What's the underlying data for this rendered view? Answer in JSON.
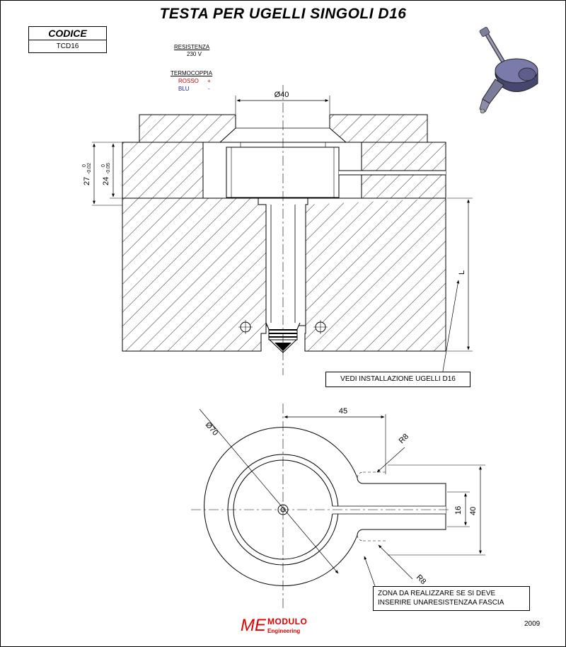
{
  "title": "TESTA PER UGELLI SINGOLI D16",
  "code_box": {
    "header": "CODICE",
    "value": "TCD16"
  },
  "resistance": {
    "label": "RESISTENZA",
    "value": "230 V"
  },
  "thermocouple": {
    "label": "TERMOCOPPIA",
    "rows": [
      {
        "name": "ROSSO",
        "sign": "+",
        "color": "#cc0000"
      },
      {
        "name": "BLU",
        "sign": "-",
        "color": "#1a2a9a"
      }
    ]
  },
  "dimensions": {
    "dia40": "Ø40",
    "h27": "27",
    "h27_tol_upper": "0",
    "h27_tol_lower": "-0.02",
    "h24": "24",
    "h24_tol_upper": "0",
    "h24_tol_lower": "-0.05",
    "length": "L",
    "dia70": "Ø70",
    "w45": "45",
    "r8_top": "R8",
    "r8_bottom": "R8",
    "w16": "16",
    "w40": "40"
  },
  "notes": {
    "install": "VEDI INSTALLAZIONE UGELLI D16",
    "band_line1": "ZONA DA REALIZZARE SE SI DEVE",
    "band_line2": "INSERIRE UNARESISTENZAA FASCIA"
  },
  "logo": {
    "mark": "ME",
    "name": "MODULO",
    "sub": "Engineering"
  },
  "year": "2009",
  "colors": {
    "hatch": "#000000",
    "logo": "#e00000",
    "part_3d": "#6d6e98"
  }
}
